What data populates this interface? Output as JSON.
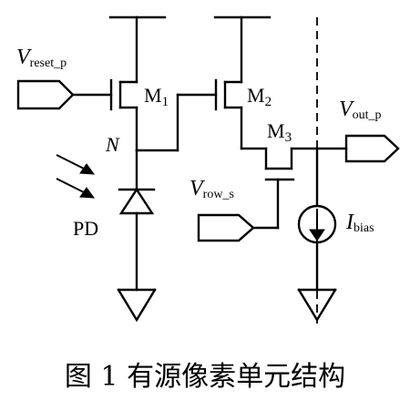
{
  "labels": {
    "vreset_main": "V",
    "vreset_sub": "reset_p",
    "m1_main": "M",
    "m1_sub": "1",
    "m2_main": "M",
    "m2_sub": "2",
    "m3_main": "M",
    "m3_sub": "3",
    "vout_main": "V",
    "vout_sub": "out_p",
    "node_n": "N",
    "pd": "PD",
    "vrow_main": "V",
    "vrow_sub": "row_s",
    "ibias_main": "I",
    "ibias_sub": "bias"
  },
  "caption": "图 1   有源像素单元结构"
}
